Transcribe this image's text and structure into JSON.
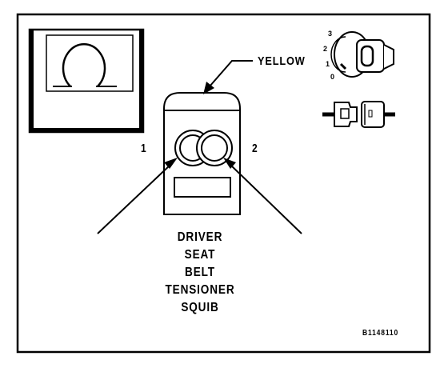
{
  "diagram": {
    "wire_color": "YELLOW",
    "pin_left": "1",
    "pin_right": "2",
    "title_lines": [
      "DRIVER",
      "SEAT",
      "BELT",
      "TENSIONER",
      "SQUIB"
    ],
    "figure_id": "B1148110",
    "key_positions": [
      "3",
      "2",
      "1",
      "0"
    ],
    "meter_symbol": "Ω"
  },
  "colors": {
    "ink": "#000000",
    "paper": "#ffffff",
    "meter_face": "#ffffff"
  }
}
